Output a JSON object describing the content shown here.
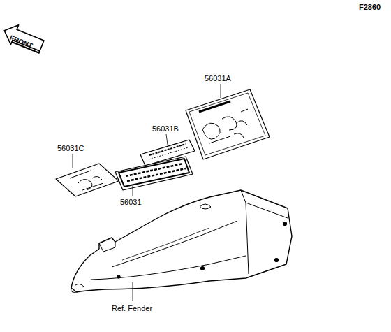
{
  "diagram": {
    "labels": [
      "F2860",
      "FRONT",
      "56031A",
      "56031B",
      "56031C",
      "56031",
      "Ref. Fender"
    ]
  }
}
